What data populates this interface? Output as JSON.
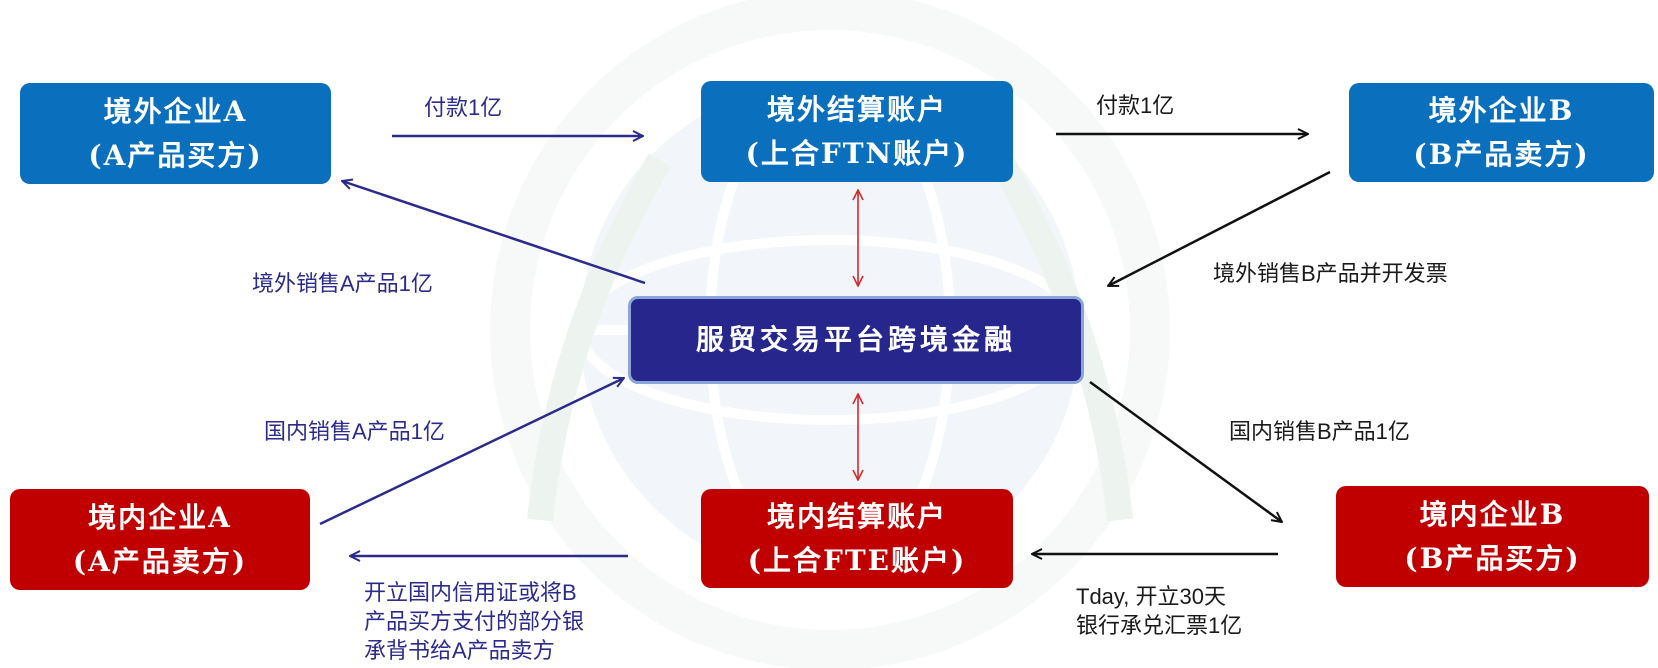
{
  "boxes": {
    "offshore_a": {
      "line1": "境外企业A",
      "line2": "(A产品买方)"
    },
    "offshore_settlement": {
      "line1": "境外结算账户",
      "line2": "(上合FTN账户)"
    },
    "offshore_b": {
      "line1": "境外企业B",
      "line2": "(B产品卖方)"
    },
    "platform": {
      "line1": "服贸交易平台跨境金融"
    },
    "domestic_a": {
      "line1": "境内企业A",
      "line2": "(A产品卖方)"
    },
    "domestic_settlement": {
      "line1": "境内结算账户",
      "line2": "(上合FTE账户)"
    },
    "domestic_b": {
      "line1": "境内企业B",
      "line2": "(B产品买方)"
    }
  },
  "labels": {
    "pay_a_to_ftn": "付款1亿",
    "pay_ftn_to_b": "付款1亿",
    "offshore_sale_a": "境外销售A产品1亿",
    "offshore_sale_b": "境外销售B产品并开发票",
    "domestic_sale_a": "国内销售A产品1亿",
    "domestic_sale_b": "国内销售B产品1亿",
    "lc_note": [
      "开立国内信用证或将B",
      "产品买方支付的部分银",
      "承背书给A产品卖方"
    ],
    "tday_note": [
      "Tday, 开立30天",
      "银行承兑汇票1亿"
    ]
  },
  "colors": {
    "blue_box": "#0a6fbd",
    "red_box": "#c00000",
    "platform_box": "#26268c",
    "blue_arrow": "#2b2b8c",
    "red_arrow": "#d42a2a",
    "black_arrow": "#111111"
  }
}
